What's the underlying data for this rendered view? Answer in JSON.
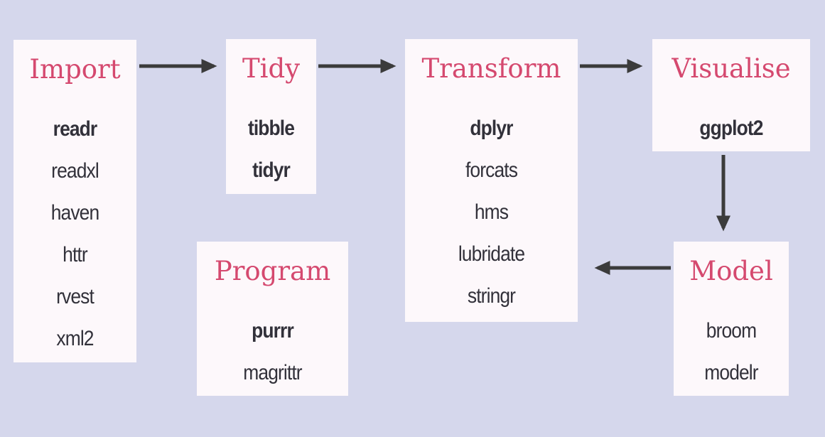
{
  "diagram": {
    "boxes": [
      {
        "title": "Import",
        "packages": [
          {
            "name": "readr",
            "bold": true
          },
          {
            "name": "readxl",
            "bold": false
          },
          {
            "name": "haven",
            "bold": false
          },
          {
            "name": "httr",
            "bold": false
          },
          {
            "name": "rvest",
            "bold": false
          },
          {
            "name": "xml2",
            "bold": false
          }
        ]
      },
      {
        "title": "Tidy",
        "packages": [
          {
            "name": "tibble",
            "bold": true
          },
          {
            "name": "tidyr",
            "bold": true
          }
        ]
      },
      {
        "title": "Transform",
        "packages": [
          {
            "name": "dplyr",
            "bold": true
          },
          {
            "name": "forcats",
            "bold": false
          },
          {
            "name": "hms",
            "bold": false
          },
          {
            "name": "lubridate",
            "bold": false
          },
          {
            "name": "stringr",
            "bold": false
          }
        ]
      },
      {
        "title": "Visualise",
        "packages": [
          {
            "name": "ggplot2",
            "bold": true
          }
        ]
      },
      {
        "title": "Model",
        "packages": [
          {
            "name": "broom",
            "bold": false
          },
          {
            "name": "modelr",
            "bold": false
          }
        ]
      },
      {
        "title": "Program",
        "packages": [
          {
            "name": "purrr",
            "bold": true
          },
          {
            "name": "magrittr",
            "bold": false
          }
        ]
      }
    ],
    "edges": [
      {
        "from": "Import",
        "to": "Tidy"
      },
      {
        "from": "Tidy",
        "to": "Transform"
      },
      {
        "from": "Transform",
        "to": "Visualise"
      },
      {
        "from": "Visualise",
        "to": "Model"
      },
      {
        "from": "Model",
        "to": "Transform"
      }
    ],
    "colors": {
      "background": "#d5d7ec",
      "box_fill": "#fdf8fb",
      "title_pink": "#d5496f",
      "text_dark": "#32313a",
      "arrow": "#3b3b3b"
    }
  }
}
